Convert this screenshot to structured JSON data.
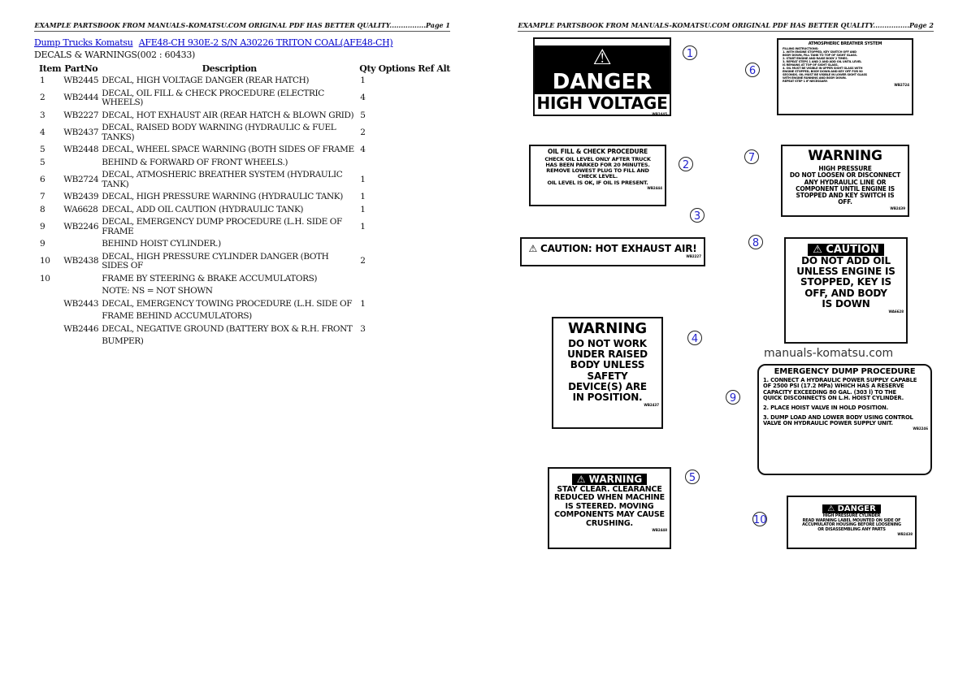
{
  "page1": {
    "header": "EXAMPLE PARTSBOOK FROM MANUALS-KOMATSU.COM ORIGINAL PDF HAS BETTER QUALITY................Page 1",
    "breadcrumb": [
      "Dump Trucks Komatsu",
      "AFE48-CH 930E-2 S/N A30226 TRITON COAL(AFE48-CH)"
    ],
    "section": "DECALS & WARNINGS(002 : 60433)",
    "columns": [
      "Item",
      "PartNo",
      "Description",
      "Qty",
      "Options",
      "Ref",
      "Alt"
    ],
    "rows": [
      [
        "1",
        "WB2445",
        "DECAL, HIGH VOLTAGE DANGER (REAR HATCH)",
        "1"
      ],
      [
        "2",
        "WB2444",
        "DECAL, OIL FILL & CHECK PROCEDURE (ELECTRIC WHEELS)",
        "4"
      ],
      [
        "3",
        "WB2227",
        "DECAL, HOT EXHAUST AIR (REAR HATCH & BLOWN GRID)",
        "5"
      ],
      [
        "4",
        "WB2437",
        "DECAL, RAISED BODY WARNING (HYDRAULIC & FUEL TANKS)",
        "2"
      ],
      [
        "5",
        "WB2448",
        "DECAL, WHEEL SPACE WARNING (BOTH SIDES OF FRAME",
        "4"
      ],
      [
        "5",
        "",
        "BEHIND & FORWARD OF FRONT WHEELS.)",
        ""
      ],
      [
        "6",
        "WB2724",
        "DECAL, ATMOSHERIC BREATHER SYSTEM (HYDRAULIC TANK)",
        "1"
      ],
      [
        "7",
        "WB2439",
        "DECAL, HIGH PRESSURE WARNING (HYDRAULIC TANK)",
        "1"
      ],
      [
        "8",
        "WA6628",
        "DECAL, ADD OIL CAUTION (HYDRAULIC TANK)",
        "1"
      ],
      [
        "9",
        "WB2246",
        "DECAL, EMERGENCY DUMP PROCEDURE (L.H. SIDE OF FRAME",
        "1"
      ],
      [
        "9",
        "",
        "BEHIND HOIST CYLINDER.)",
        ""
      ],
      [
        "10",
        "WB2438",
        "DECAL, HIGH PRESSURE CYLINDER DANGER (BOTH SIDES OF",
        "2"
      ],
      [
        "10",
        "",
        "FRAME BY STEERING & BRAKE ACCUMULATORS)",
        ""
      ],
      [
        "",
        "",
        "NOTE: NS = NOT SHOWN",
        ""
      ],
      [
        "",
        "WB2443",
        "DECAL, EMERGENCY TOWING PROCEDURE (L.H. SIDE OF",
        "1"
      ],
      [
        "",
        "",
        "FRAME BEHIND ACCUMULATORS)",
        ""
      ],
      [
        "",
        "WB2446",
        "DECAL, NEGATIVE GROUND (BATTERY BOX & R.H. FRONT",
        "3"
      ],
      [
        "",
        "",
        "BUMPER)",
        ""
      ]
    ]
  },
  "page2": {
    "header": "EXAMPLE PARTSBOOK FROM MANUALS-KOMATSU.COM ORIGINAL PDF HAS BETTER QUALITY................Page 2",
    "watermark": "manuals-komatsu.com",
    "decals": [
      {
        "callout": "1",
        "banner": "⚠ DANGER",
        "lines": [
          "HIGH VOLTAGE"
        ],
        "code": "WB2445"
      },
      {
        "callout": "2",
        "title": "OIL FILL & CHECK PROCEDURE",
        "lines": [
          "CHECK OIL LEVEL ONLY AFTER TRUCK",
          "HAS BEEN PARKED FOR 20 MINUTES.",
          "REMOVE LOWEST PLUG TO FILL AND",
          "CHECK LEVEL.",
          "OIL LEVEL IS OK, IF OIL IS PRESENT."
        ],
        "code": "WB2444"
      },
      {
        "callout": "3",
        "lines": [
          "⚠ CAUTION: HOT EXHAUST AIR!"
        ],
        "code": "WB2227"
      },
      {
        "callout": "4",
        "title": "WARNING",
        "lines": [
          "DO NOT WORK",
          "UNDER RAISED",
          "BODY UNLESS",
          "SAFETY",
          "DEVICE(S) ARE",
          "IN POSITION."
        ],
        "code": "WB2437"
      },
      {
        "callout": "5",
        "banner": "⚠ WARNING",
        "lines": [
          "STAY CLEAR. CLEARANCE",
          "REDUCED WHEN MACHINE",
          "IS STEERED.   MOVING",
          "COMPONENTS MAY CAUSE",
          "CRUSHING."
        ],
        "code": "WB2448"
      },
      {
        "callout": "6",
        "title": "ATMOSPHERIC BREATHER SYSTEM",
        "lines": [
          "FILLING INSTRUCTIONS:",
          "1. WITH ENGINE STOPPED, KEY SWITCH OFF AND",
          "BODY DOWN, FILL TANK TO TOP OF SIGHT GLASS.",
          "2. START ENGINE AND RAISE BODY 2 TIMES.",
          "3. REPEAT STEPS 1 AND 2 AND ADD OIL UNTIL LEVEL",
          "IS REMAINS AT TOP OF SIGHT GLASS.",
          "4. OIL MUST BE VISIBLE IN UPPER SIGHT GLASS WITH",
          "ENGINE STOPPED, BODY DOWN AND KEY OFF FOR 90",
          "SECONDS. OIL MUST BE VISIBLE IN LOWER SIGHT GLASS",
          "WITH ENGINE RUNNING AND BODY DOWN.",
          "REPEAT STEP 1 IF NECESSARY."
        ],
        "code": "WB2724"
      },
      {
        "callout": "7",
        "title": "WARNING",
        "lines": [
          "HIGH PRESSURE",
          "DO NOT LOOSEN OR DISCONNECT",
          "ANY HYDRAULIC LINE OR",
          "COMPONENT UNTIL ENGINE IS",
          "STOPPED AND KEY SWITCH IS",
          "OFF."
        ],
        "code": "WB2439"
      },
      {
        "callout": "8",
        "banner": "⚠ CAUTION",
        "lines": [
          "DO NOT ADD OIL",
          "UNLESS ENGINE IS",
          "STOPPED, KEY IS",
          "OFF, AND BODY",
          "IS DOWN"
        ],
        "code": "WA6628"
      },
      {
        "callout": "9",
        "title": "EMERGENCY DUMP PROCEDURE",
        "lines": [
          "1. CONNECT A HYDRAULIC POWER SUPPLY CAPABLE",
          "OF 2500 PSI (17.2 MPa) WHICH HAS A RESERVE",
          "CAPACITY EXCEEDING 80 GAL. (303 l) TO THE",
          "QUICK DISCONNECTS ON L.H. HOIST CYLINDER.",
          "",
          "2. PLACE HOIST VALVE IN HOLD POSITION.",
          "",
          "3. DUMP LOAD AND LOWER BODY USING CONTROL",
          "VALVE ON HYDRAULIC POWER SUPPLY UNIT."
        ],
        "code": "WB2246"
      },
      {
        "callout": "10",
        "banner": "⚠ DANGER",
        "lines": [
          "HIGH PRESSURE CYLINDER",
          "READ WARNING LABEL MOUNTED ON SIDE OF",
          "ACCUMULATOR HOUSING BEFORE LOOSENING",
          "OR DISASSEMBLING ANY PARTS"
        ],
        "code": "WB2438"
      }
    ]
  }
}
